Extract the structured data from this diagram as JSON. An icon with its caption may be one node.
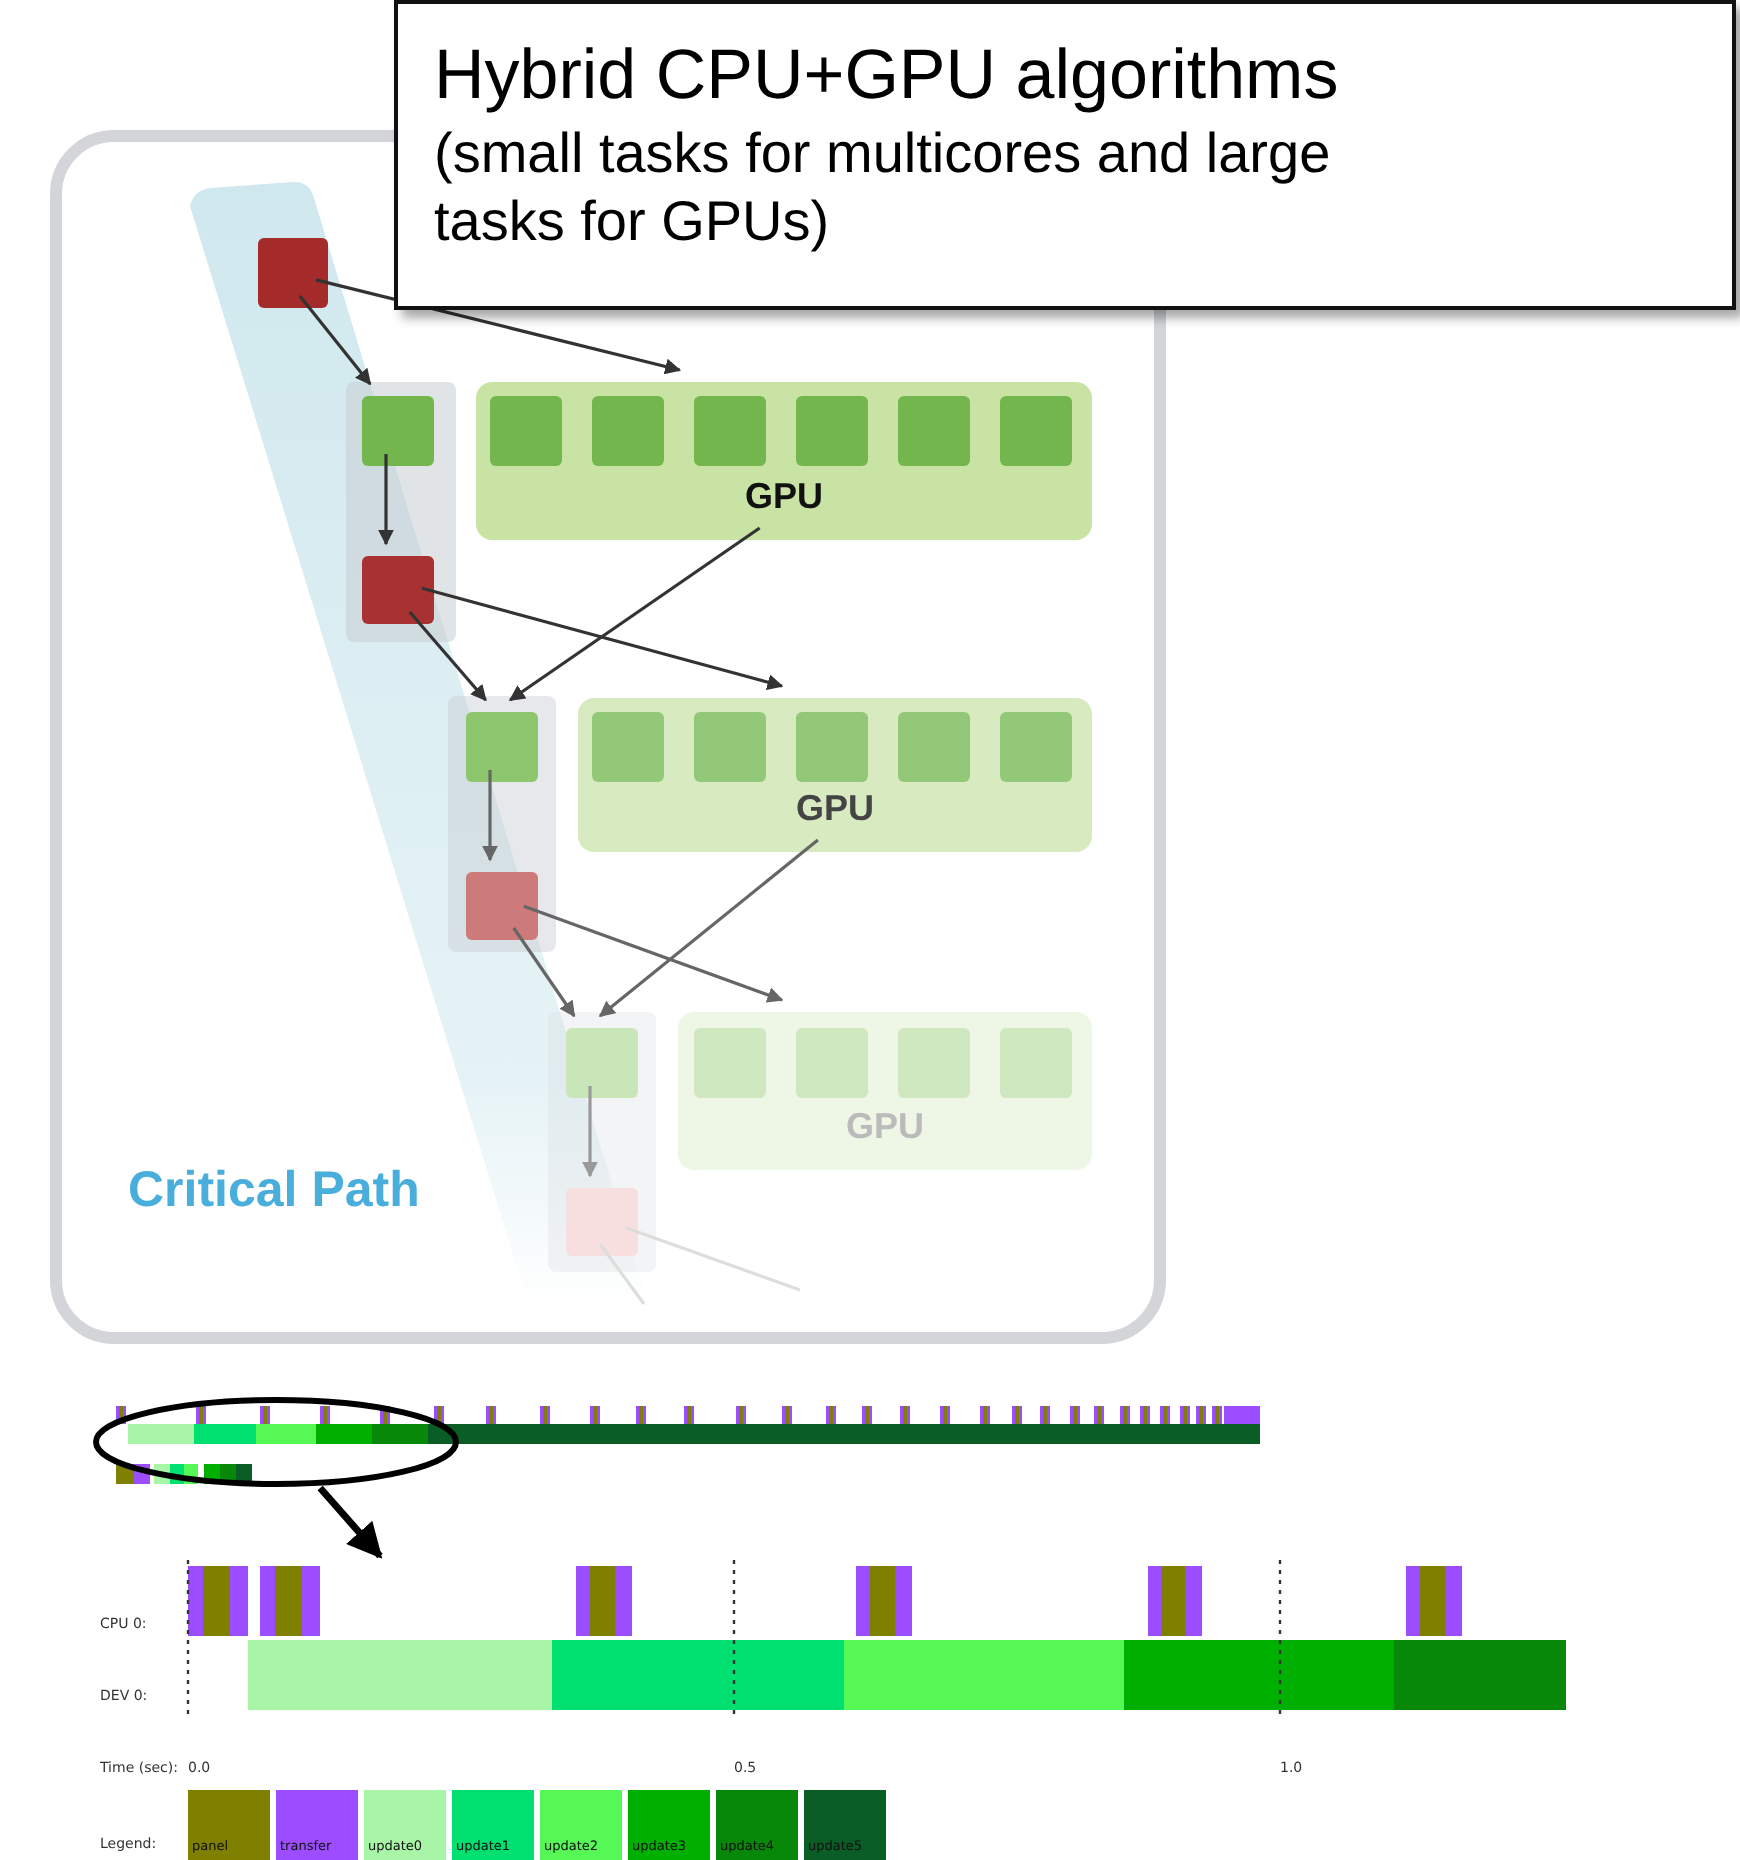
{
  "diagram": {
    "nodes": [
      {
        "text": [
          "Hybrid CPU+GPU algorithms",
          "(small tasks for multicores and large tasks for GPUs)"
        ]
      },
      {
        "text": [],
        "shape": "box"
      },
      {
        "text": [],
        "shape": "box",
        "in": 1
      },
      {
        "text": [],
        "shape": "box",
        "in": 1
      },
      {
        "text": [],
        "shape": "box",
        "in": 3
      },
      {
        "text": [],
        "shape": "box",
        "in": 3
      },
      {
        "text": [
          "GPU"
        ],
        "in": 1
      },
      {
        "text": [],
        "shape": "box",
        "in": 6
      },
      {
        "text": [],
        "shape": "box",
        "in": 6
      },
      {
        "text": [],
        "shape": "box",
        "in": 6
      },
      {
        "text": [],
        "shape": "box",
        "in": 6
      },
      {
        "text": [],
        "shape": "box",
        "in": 6
      },
      {
        "text": [],
        "shape": "box",
        "in": 6
      },
      {
        "text": [],
        "shape": "box",
        "in": 1
      },
      {
        "text": [],
        "shape": "box",
        "in": 13
      },
      {
        "text": [],
        "shape": "box",
        "in": 13
      },
      {
        "text": [
          "GPU"
        ],
        "in": 1
      },
      {
        "text": [],
        "shape": "box",
        "in": 16
      },
      {
        "text": [],
        "shape": "box",
        "in": 16
      },
      {
        "text": [],
        "shape": "box",
        "in": 16
      },
      {
        "text": [],
        "shape": "box",
        "in": 16
      },
      {
        "text": [],
        "shape": "box",
        "in": 16
      },
      {
        "text": [],
        "shape": "box",
        "in": 1
      },
      {
        "text": [],
        "shape": "box",
        "in": 22
      },
      {
        "text": [],
        "shape": "box",
        "in": 22
      },
      {
        "text": [
          "GPU"
        ],
        "in": 1
      },
      {
        "text": [],
        "shape": "box",
        "in": 25
      },
      {
        "text": [],
        "shape": "box",
        "in": 25
      },
      {
        "text": [],
        "shape": "box",
        "in": 25
      },
      {
        "text": [],
        "shape": "box",
        "in": 25
      },
      {
        "text": [],
        "shape": "ellipse"
      }
    ],
    "edges": [
      {
        "from": 2,
        "to": 4,
        "arrow": "to"
      },
      {
        "from": 2,
        "to": 6,
        "arrow": "to"
      },
      {
        "from": 4,
        "to": 5,
        "arrow": "to"
      },
      {
        "from": 5,
        "to": 14,
        "arrow": "to"
      },
      {
        "from": 6,
        "to": 14,
        "arrow": "to"
      },
      {
        "from": 5,
        "to": 16,
        "arrow": "to"
      },
      {
        "from": 14,
        "to": 15,
        "arrow": "to",
        "color": "#666666"
      },
      {
        "from": 15,
        "to": 23,
        "arrow": "to",
        "color": "#666666"
      },
      {
        "from": 16,
        "to": 23,
        "arrow": "to",
        "color": "#666666"
      },
      {
        "from": 15,
        "to": 25,
        "arrow": "to",
        "color": "#666666"
      },
      {
        "from": 23,
        "to": 24,
        "arrow": "to",
        "color": "#999999"
      },
      {
        "from": 24,
        "to": null,
        "arrow": "none",
        "color": "#dddddd"
      },
      {
        "from": 24,
        "to": null,
        "arrow": "none",
        "color": "#dddddd"
      },
      {
        "from": 30,
        "to": null,
        "arrow": "to",
        "style": "thick",
        "color": "#000000"
      }
    ],
    "labels": [
      "Critical Path",
      "CPU 0:",
      "DEV 0:",
      "Time (sec):",
      "0.0",
      "0.5",
      "1.0",
      "Legend:"
    ],
    "legend": [
      {
        "text": "panel",
        "color": "#808000"
      },
      {
        "text": "transfer",
        "color": "#9b4dff"
      },
      {
        "text": "update0",
        "color": "#a8f5a8"
      },
      {
        "text": "update1",
        "color": "#00e070"
      },
      {
        "text": "update2",
        "color": "#55f855"
      },
      {
        "text": "update3",
        "color": "#00b000"
      },
      {
        "text": "update4",
        "color": "#088808"
      },
      {
        "text": "update5",
        "color": "#0a5e25"
      }
    ]
  }
}
